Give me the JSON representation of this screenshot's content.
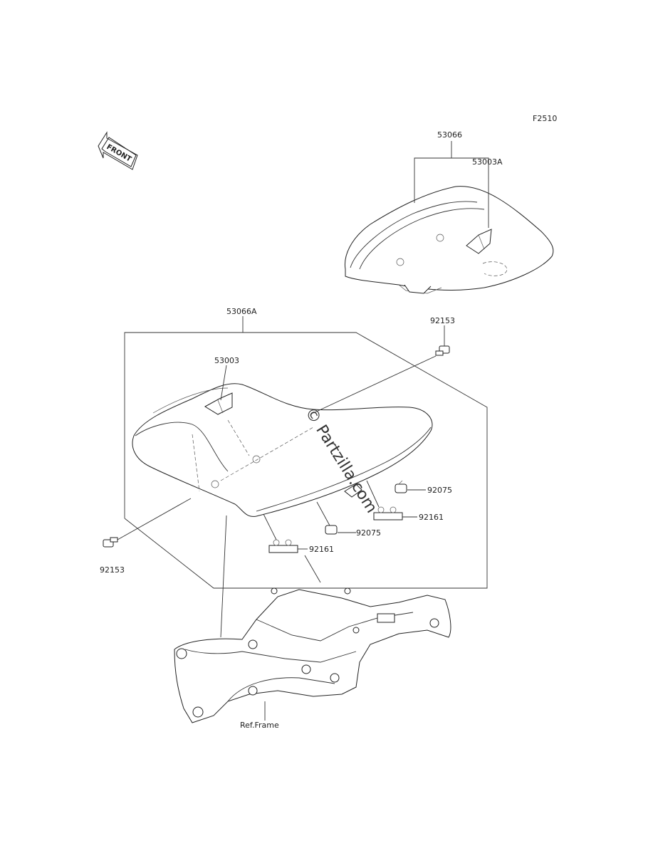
{
  "diagram": {
    "code": "F2510",
    "front_arrow": "FRONT",
    "watermark": "© Partzilla.com",
    "labels": {
      "rear_seat_assy": "53066",
      "rear_seat_cover": "53003A",
      "seat_assy": "53066A",
      "seat_cover": "53003",
      "bolt_right": "92153",
      "bolt_left": "92153",
      "damper_right": "92075",
      "damper_center": "92075",
      "clip_right": "92161",
      "clip_center": "92161",
      "ref_frame": "Ref.Frame"
    }
  }
}
